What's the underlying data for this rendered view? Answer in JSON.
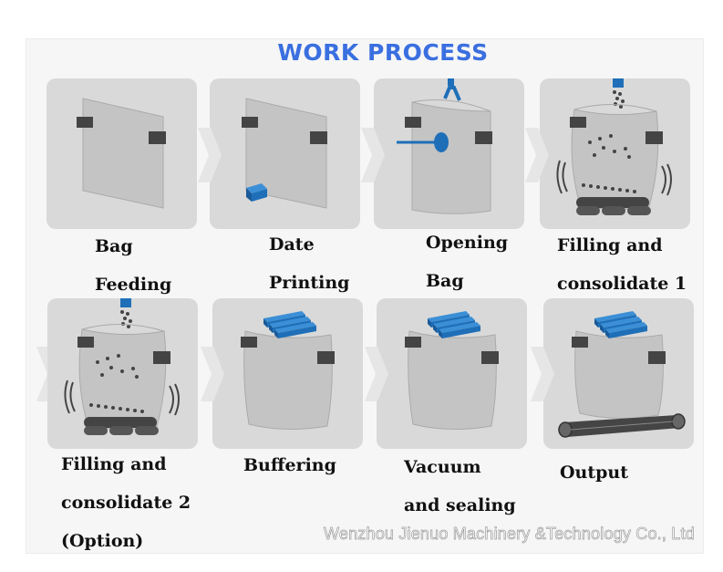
{
  "title": "WORK PROCESS",
  "colors": {
    "title": "#3a6fe0",
    "tile": "#d9d9d9",
    "accent_blue": "#1e6fb8",
    "dark_gray": "#454545"
  },
  "steps": [
    {
      "lines": [
        "Bag",
        "Feeding"
      ],
      "icon": "bag-feeding-icon"
    },
    {
      "lines": [
        "Date",
        "Printing"
      ],
      "icon": "date-printing-icon"
    },
    {
      "lines": [
        "Opening",
        "Bag"
      ],
      "icon": "bag-opening-icon"
    },
    {
      "lines": [
        "Filling and",
        "consolidate 1"
      ],
      "icon": "filling-consolidate-icon"
    },
    {
      "lines": [
        "Filling and",
        "consolidate 2",
        "(Option)"
      ],
      "icon": "filling-consolidate-option-icon"
    },
    {
      "lines": [
        "Buffering"
      ],
      "icon": "buffering-icon"
    },
    {
      "lines": [
        "Vacuum",
        "and sealing"
      ],
      "icon": "vacuum-sealing-icon"
    },
    {
      "lines": [
        "Output"
      ],
      "icon": "output-conveyor-icon"
    }
  ],
  "watermark": "Wenzhou Jienuo Machinery &Technology Co., Ltd"
}
